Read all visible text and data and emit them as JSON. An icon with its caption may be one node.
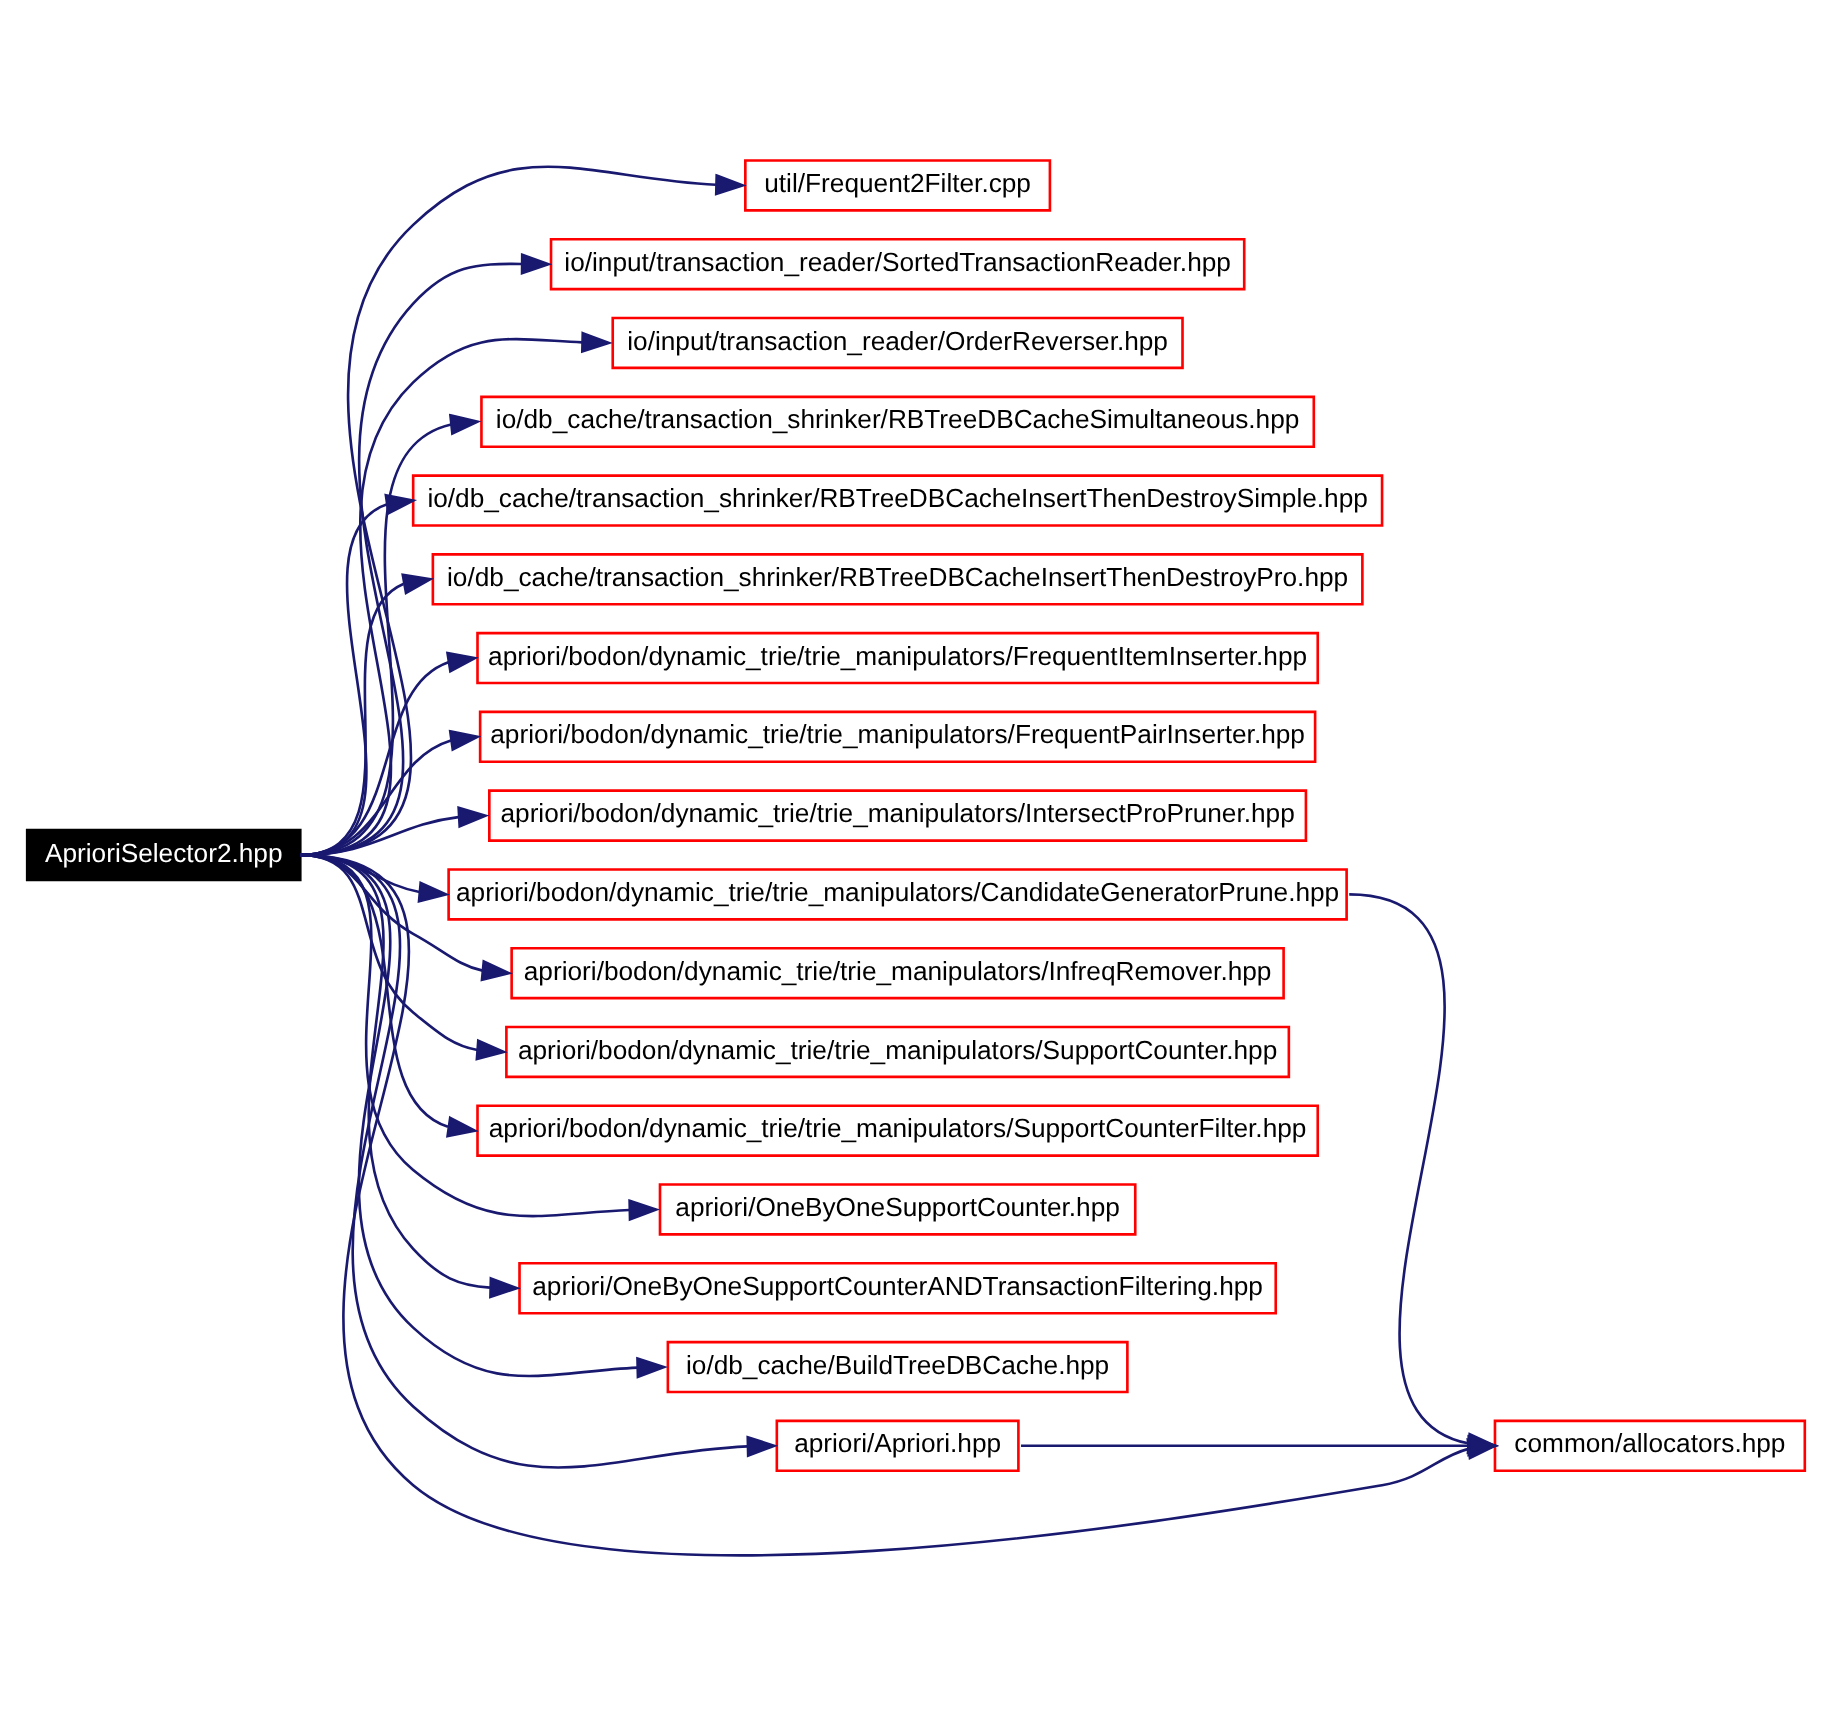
{
  "diagram": {
    "nodes": [
      {
        "text": [
          "AprioriSelector2.hpp"
        ]
      },
      {
        "text": [
          "util/Frequent2Filter.cpp"
        ]
      },
      {
        "text": [
          "io/input/transaction_reader/SortedTransactionReader.hpp"
        ]
      },
      {
        "text": [
          "io/input/transaction_reader/OrderReverser.hpp"
        ]
      },
      {
        "text": [
          "io/db_cache/transaction_shrinker/RBTreeDBCacheSimultaneous.hpp"
        ]
      },
      {
        "text": [
          "io/db_cache/transaction_shrinker/RBTreeDBCacheInsertThenDestroySimple.hpp"
        ]
      },
      {
        "text": [
          "io/db_cache/transaction_shrinker/RBTreeDBCacheInsertThenDestroyPro.hpp"
        ]
      },
      {
        "text": [
          "apriori/bodon/dynamic_trie/trie_manipulators/FrequentItemInserter.hpp"
        ]
      },
      {
        "text": [
          "apriori/bodon/dynamic_trie/trie_manipulators/FrequentPairInserter.hpp"
        ]
      },
      {
        "text": [
          "apriori/bodon/dynamic_trie/trie_manipulators/IntersectProPruner.hpp"
        ]
      },
      {
        "text": [
          "apriori/bodon/dynamic_trie/trie_manipulators/CandidateGeneratorPrune.hpp"
        ]
      },
      {
        "text": [
          "apriori/bodon/dynamic_trie/trie_manipulators/InfreqRemover.hpp"
        ]
      },
      {
        "text": [
          "apriori/bodon/dynamic_trie/trie_manipulators/SupportCounter.hpp"
        ]
      },
      {
        "text": [
          "apriori/bodon/dynamic_trie/trie_manipulators/SupportCounterFilter.hpp"
        ]
      },
      {
        "text": [
          "apriori/OneByOneSupportCounter.hpp"
        ]
      },
      {
        "text": [
          "apriori/OneByOneSupportCounterANDTransactionFiltering.hpp"
        ]
      },
      {
        "text": [
          "io/db_cache/BuildTreeDBCache.hpp"
        ]
      },
      {
        "text": [
          "apriori/Apriori.hpp"
        ]
      },
      {
        "text": [
          "common/allocators.hpp"
        ]
      }
    ],
    "edges": [
      {
        "from": 0,
        "to": 1,
        "arrow": "to"
      },
      {
        "from": 0,
        "to": 2,
        "arrow": "to"
      },
      {
        "from": 0,
        "to": 3,
        "arrow": "to"
      },
      {
        "from": 0,
        "to": 4,
        "arrow": "to"
      },
      {
        "from": 0,
        "to": 5,
        "arrow": "to"
      },
      {
        "from": 0,
        "to": 6,
        "arrow": "to"
      },
      {
        "from": 0,
        "to": 7,
        "arrow": "to"
      },
      {
        "from": 0,
        "to": 8,
        "arrow": "to"
      },
      {
        "from": 0,
        "to": 9,
        "arrow": "to"
      },
      {
        "from": 0,
        "to": 10,
        "arrow": "to"
      },
      {
        "from": 0,
        "to": 11,
        "arrow": "to"
      },
      {
        "from": 0,
        "to": 12,
        "arrow": "to"
      },
      {
        "from": 0,
        "to": 13,
        "arrow": "to"
      },
      {
        "from": 0,
        "to": 14,
        "arrow": "to"
      },
      {
        "from": 0,
        "to": 15,
        "arrow": "to"
      },
      {
        "from": 0,
        "to": 16,
        "arrow": "to"
      },
      {
        "from": 0,
        "to": 17,
        "arrow": "to"
      },
      {
        "from": 0,
        "to": 18,
        "arrow": "to"
      },
      {
        "from": 10,
        "to": 18,
        "arrow": "to"
      },
      {
        "from": 17,
        "to": 18,
        "arrow": "to"
      }
    ]
  }
}
